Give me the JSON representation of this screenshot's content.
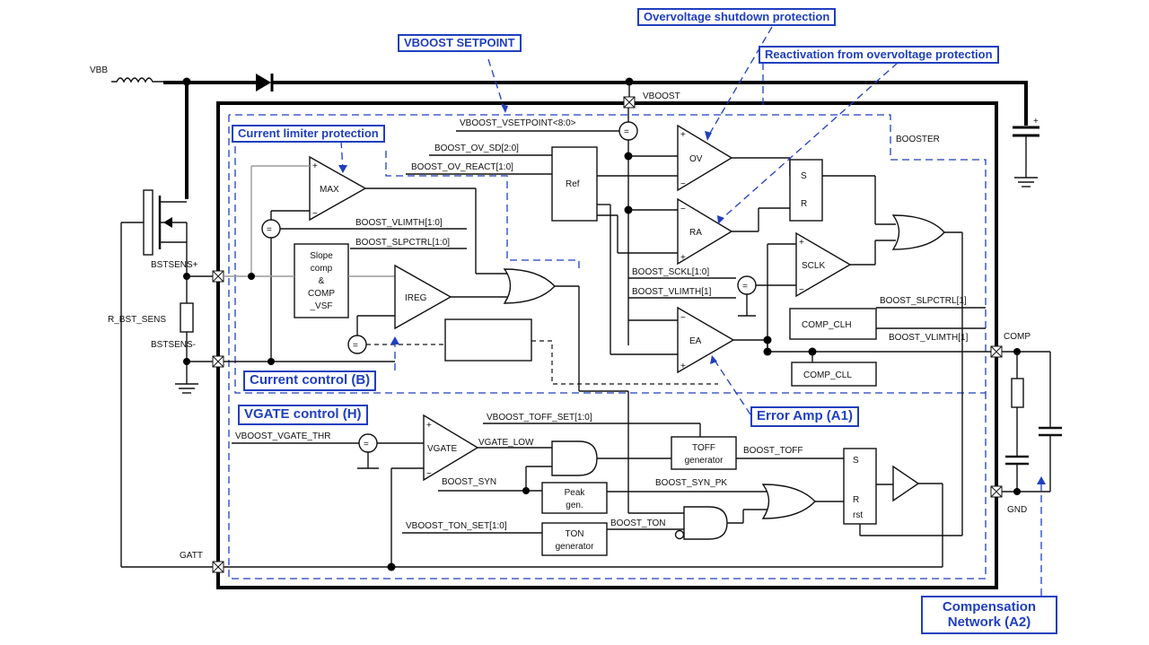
{
  "callouts": {
    "vboost_setpoint": "VBOOST SETPOINT",
    "overvoltage_shutdown": "Overvoltage shutdown protection",
    "reactivation": "Reactivation from overvoltage protection",
    "current_limiter": "Current limiter protection",
    "current_control": "Current control (B)",
    "vgate_control": "VGATE control (H)",
    "error_amp": "Error Amp (A1)",
    "compensation_line1": "Compensation",
    "compensation_line2": "Network (A2)"
  },
  "pins": {
    "vbb": "VBB",
    "vboost": "VBOOST",
    "bst_sens_p": "BSTSENS+",
    "bst_sens_m": "BSTSENS-",
    "r_bst_sens": "R_BST_SENS",
    "gatt": "GATT",
    "comp": "COMP",
    "gnd": "GND"
  },
  "region_labels": {
    "booster": "BOOSTER"
  },
  "blocks": {
    "max": "MAX",
    "ref": "Ref",
    "ov": "OV",
    "ra": "RA",
    "s": "S",
    "r": "R",
    "sclk": "SCLK",
    "slope_comp": [
      "Slope",
      "comp",
      "&",
      "COMP",
      "_VSF"
    ],
    "ireg": "IREG",
    "comp_clh": "COMP_CLH",
    "comp_cll": "COMP_CLL",
    "ea": "EA",
    "vgate": "VGATE",
    "toff_gen": [
      "TOFF",
      "generator"
    ],
    "peak_gen": [
      "Peak",
      "gen."
    ],
    "ton_gen": [
      "TON",
      "generator"
    ],
    "sr_s": "S",
    "sr_r": "R",
    "sr_rst": "rst"
  },
  "signals": {
    "vboost_vsetpoint": "VBOOST_VSETPOINT<8:0>",
    "boost_ov_sd": "BOOST_OV_SD[2:0]",
    "boost_ov_react": "BOOST_OV_REACT[1:0]",
    "boost_vlimth": "BOOST_VLIMTH[1:0]",
    "boost_slpctrl": "BOOST_SLPCTRL[1:0]",
    "boost_sclk": "BOOST_SCKL[1:0]",
    "boost_vlimth1": "BOOST_VLIMTH[1]",
    "boost_slpctrl1": "BOOST_SLPCTRL[1]",
    "boost_vlimth1_b": "BOOST_VLIMTH[1]",
    "vboost_toff_set": "VBOOST_TOFF_SET[1:0]",
    "vboost_vgate_thr": "VBOOST_VGATE_THR",
    "vgate_low": "VGATE_LOW",
    "boost_toff": "BOOST_TOFF",
    "boost_syn": "BOOST_SYN",
    "boost_syn_pk": "BOOST_SYN_PK",
    "vboost_ton_set": "VBOOST_TON_SET[1:0]",
    "boost_ton": "BOOST_TON"
  },
  "colors": {
    "callout_blue": "#1f3fbf",
    "wire": "#111111",
    "wire_grey": "#9a9a9a"
  }
}
